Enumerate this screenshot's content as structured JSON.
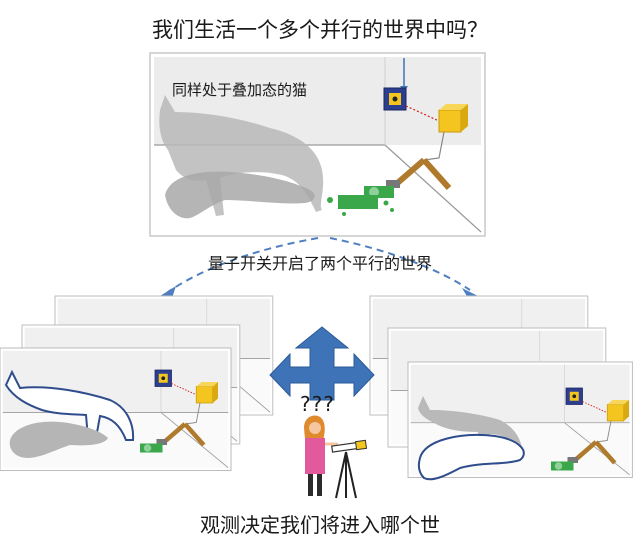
{
  "title": "我们生活一个多个并行的世界中吗？",
  "superposition_label": "同样处于叠加态的猫",
  "split_label": "量子开关开启了两个平行的世界",
  "question_marks": "???",
  "bottom_caption": "观测决定我们将进入哪个世",
  "colors": {
    "cat_gray": "#b9b9b9",
    "cat_outline": "#2f4d8c",
    "arrow_blue": "#3e73b7",
    "dashed_blue": "#4f7fc0",
    "device_yellow": "#f3c51e",
    "device_blue": "#2c3f8f",
    "hammer_brown": "#b07a2d",
    "poison_green": "#3aa84a",
    "observer_pink": "#e25a9b",
    "observer_hair": "#e08a2e"
  },
  "icons": [
    "cat-silhouette-icon",
    "radioactive-source-icon",
    "hammer-icon",
    "poison-flask-icon",
    "four-way-arrow-icon",
    "observer-icon",
    "telescope-icon"
  ]
}
